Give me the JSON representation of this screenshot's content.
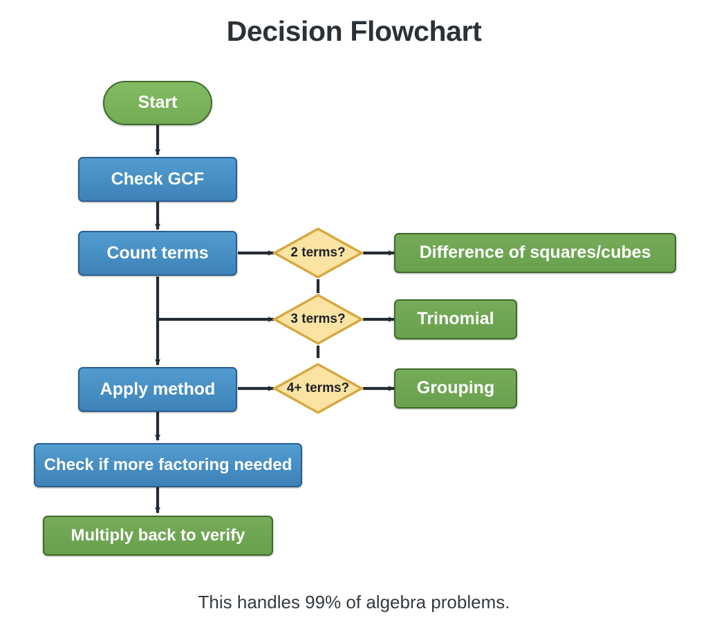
{
  "header": {
    "title": "Decision Flowchart"
  },
  "footer": {
    "caption": "This handles 99% of algebra problems."
  },
  "colors": {
    "blue_fill": "#4a90c8",
    "blue_border": "#2a5f8f",
    "green_fill": "#6ea550",
    "green_border": "#3f6b2b",
    "start_green_fill": "#7bb45c",
    "diamond_fill": "#fbe3a4",
    "diamond_border": "#d6a93f",
    "connector": "#232b33",
    "text_dark": "#2b3137",
    "text_light": "#ffffff",
    "background": "#ffffff"
  },
  "flowchart": {
    "type": "diagram",
    "nodes": [
      {
        "id": "start",
        "label": "Start",
        "shape": "pill",
        "color": "green"
      },
      {
        "id": "check_gcf",
        "label": "Check GCF",
        "shape": "rectangle",
        "color": "blue"
      },
      {
        "id": "count_terms",
        "label": "Count terms",
        "shape": "rectangle",
        "color": "blue"
      },
      {
        "id": "d2",
        "label": "2 terms?",
        "shape": "diamond",
        "color": "yellow"
      },
      {
        "id": "d3",
        "label": "3 terms?",
        "shape": "diamond",
        "color": "yellow"
      },
      {
        "id": "d4",
        "label": "4+ terms?",
        "shape": "diamond",
        "color": "yellow"
      },
      {
        "id": "r2",
        "label": "Difference of squares/cubes",
        "shape": "rectangle",
        "color": "green"
      },
      {
        "id": "r3",
        "label": "Trinomial",
        "shape": "rectangle",
        "color": "green"
      },
      {
        "id": "r4",
        "label": "Grouping",
        "shape": "rectangle",
        "color": "green"
      },
      {
        "id": "apply",
        "label": "Apply method",
        "shape": "rectangle",
        "color": "blue"
      },
      {
        "id": "check_more",
        "label": "Check if more factoring needed",
        "shape": "rectangle",
        "color": "blue"
      },
      {
        "id": "verify",
        "label": "Multiply back to verify",
        "shape": "rectangle",
        "color": "green"
      }
    ],
    "edges": [
      {
        "from": "start",
        "to": "check_gcf",
        "label": ""
      },
      {
        "from": "check_gcf",
        "to": "count_terms",
        "label": ""
      },
      {
        "from": "count_terms",
        "to": "d2",
        "label": ""
      },
      {
        "from": "d2",
        "to": "r2",
        "label": ""
      },
      {
        "from": "count_terms",
        "to": "d3",
        "label": ""
      },
      {
        "from": "d3",
        "to": "r3",
        "label": ""
      },
      {
        "from": "count_terms",
        "to": "apply",
        "label": ""
      },
      {
        "from": "apply",
        "to": "d4",
        "label": ""
      },
      {
        "from": "d4",
        "to": "r4",
        "label": ""
      },
      {
        "from": "apply",
        "to": "check_more",
        "label": ""
      },
      {
        "from": "check_more",
        "to": "verify",
        "label": ""
      }
    ]
  }
}
